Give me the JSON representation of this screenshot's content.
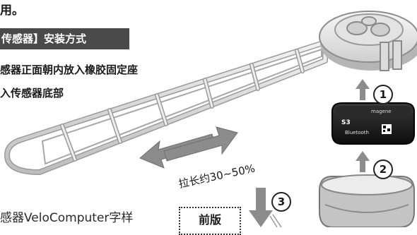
{
  "top_fragment": "用。",
  "section_banner": "传感器】安装方式",
  "step_line_1": "感器正面朝内放入橡胶固定座",
  "step_line_2": "入传感器底部",
  "stretch_label": "拉长约30~50%",
  "bottom_text": "感器VeloComputer字样",
  "front_label": "前版",
  "step_numbers": [
    "1",
    "2",
    "3"
  ],
  "sensor_brand": "magene",
  "sensor_model": "S3",
  "sensor_bluetooth": "Bluetooth",
  "colors": {
    "banner": "#4a4a4a",
    "arrow": "#8c8c8c",
    "sensor": "#1c1c1c"
  }
}
